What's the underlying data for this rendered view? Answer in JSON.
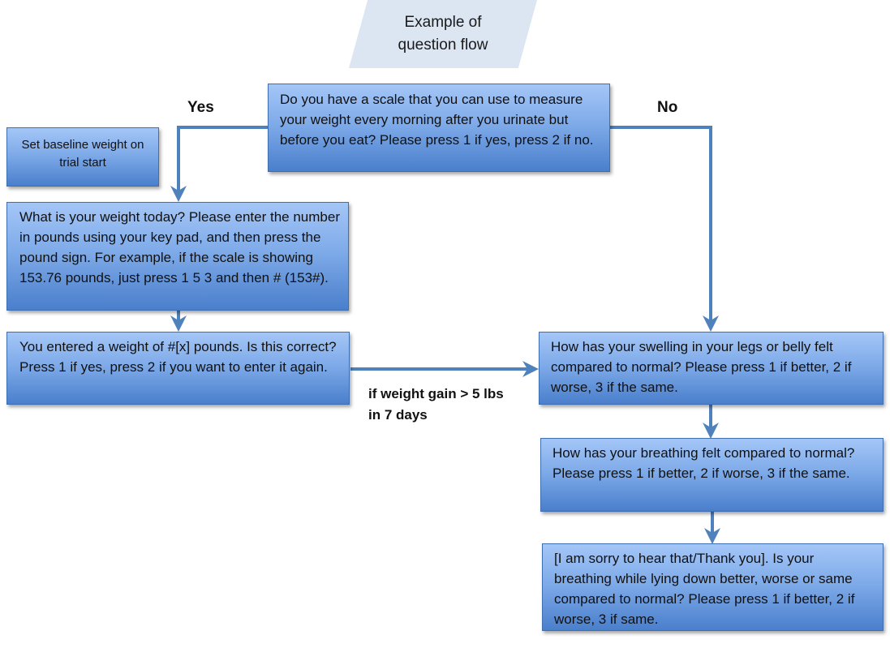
{
  "diagram": {
    "title": "Example of question flow",
    "title_lines": [
      "Example of",
      "question flow"
    ],
    "nodes": {
      "scale_question": "Do you have a scale that you can use to measure your weight every morning after you urinate but before you eat? Please press 1 if yes, press 2 if no.",
      "baseline": "Set baseline weight on trial start",
      "weight_question": "What is your weight today? Please enter the number in pounds using your key pad, and then press the pound sign. For example, if the scale is showing 153.76 pounds, just press 1 5 3 and then # (153#).",
      "confirm_weight": "You entered a weight of #[x] pounds. Is this correct? Press 1 if yes, press 2 if you want to enter it again.",
      "swelling_question": "How has your swelling in your legs or belly felt compared to normal? Please press 1 if better, 2 if worse, 3 if the same.",
      "breathing_question": "How has your breathing felt compared to normal? Please press 1 if better, 2 if worse, 3 if the same.",
      "lying_down_question": "[I am sorry to hear that/Thank you]. Is your breathing while lying down better, worse or same compared to normal? Please press 1 if better, 2 if worse, 3 if same."
    },
    "edge_labels": {
      "yes": "Yes",
      "no": "No",
      "weight_gain": "if weight gain > 5 lbs in 7 days"
    },
    "colors": {
      "box_top": "#a4c6f7",
      "box_bottom": "#4a7fcc",
      "connector": "#4f81bd",
      "title_bg": "#dce5f2"
    }
  }
}
